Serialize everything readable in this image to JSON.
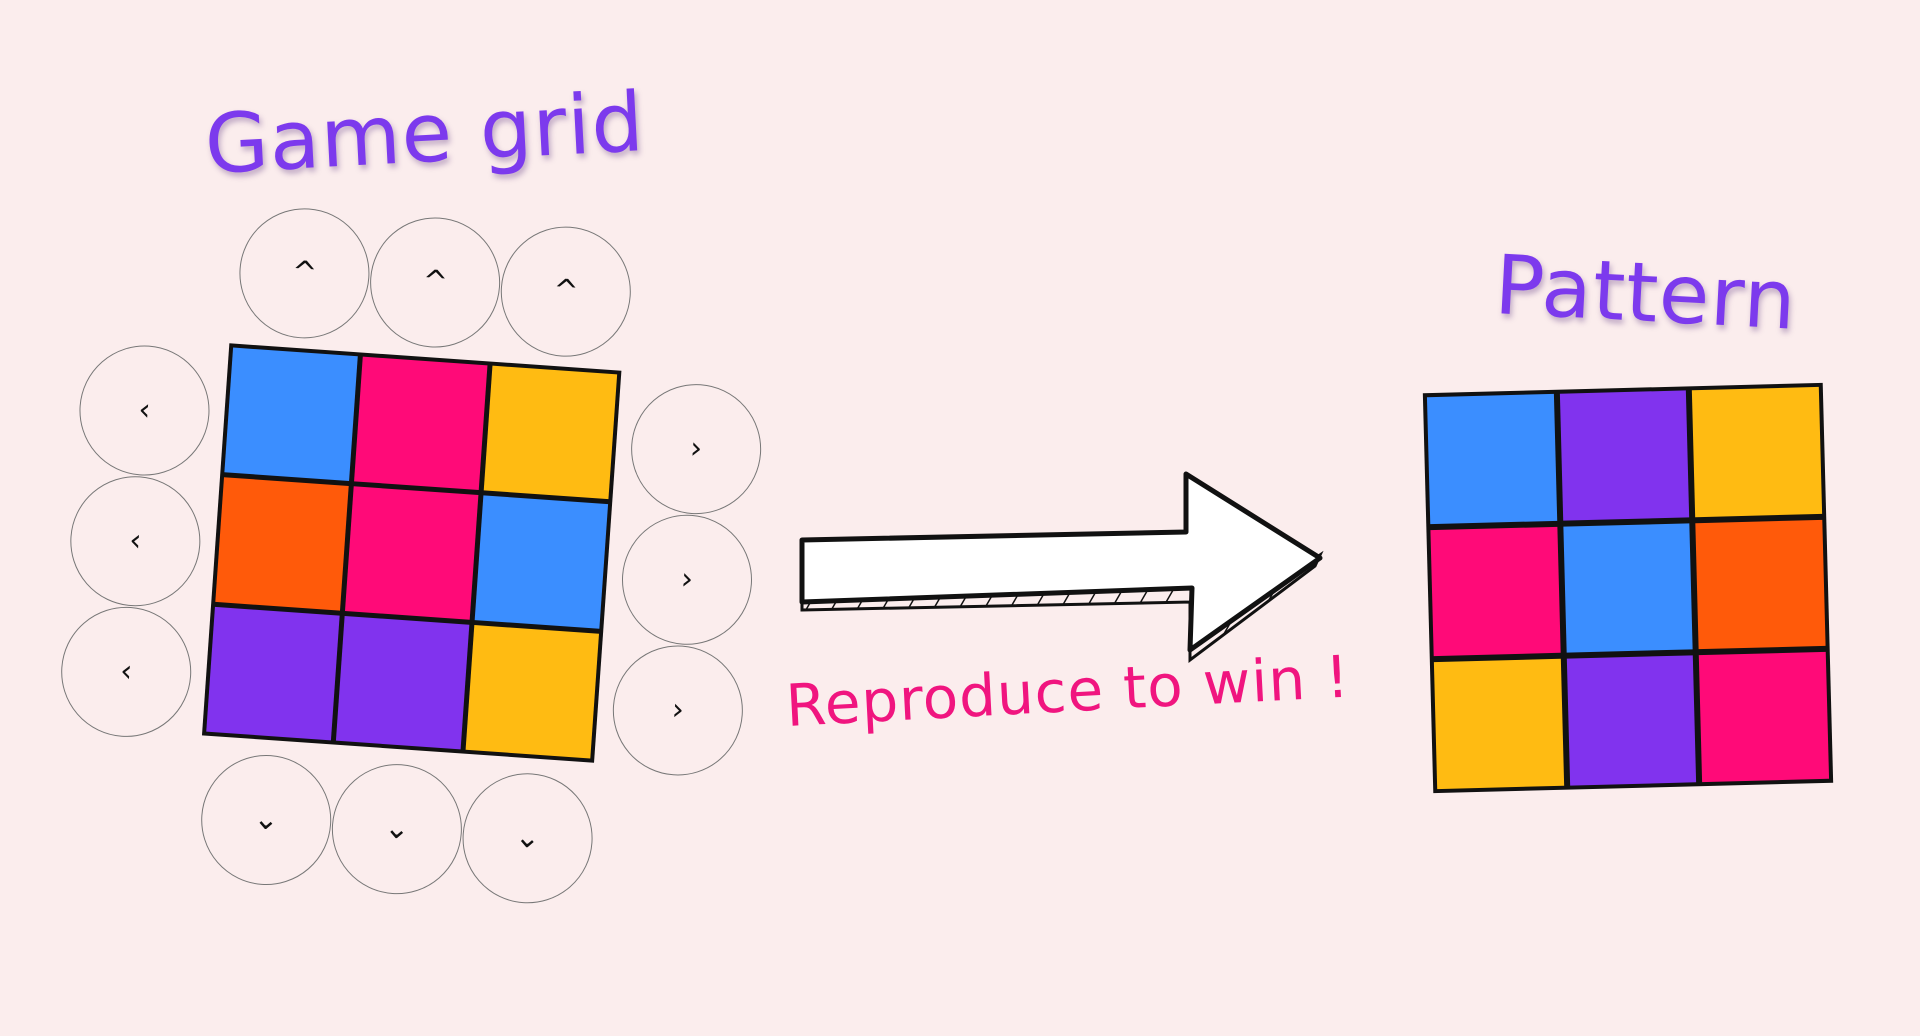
{
  "title_left": "Game grid",
  "title_right": "Pattern",
  "caption": "Reproduce to win !",
  "colors": {
    "background": "#fbeded",
    "title": "#7c3aed",
    "caption": "#f0157f",
    "blue": "#3b8eff",
    "pink": "#ff0a78",
    "yellow": "#ffbb12",
    "orange": "#ff5a0a",
    "purple": "#8133ee"
  },
  "game_grid": [
    [
      "blue",
      "pink",
      "yellow"
    ],
    [
      "orange",
      "pink",
      "blue"
    ],
    [
      "purple",
      "purple",
      "yellow"
    ]
  ],
  "pattern_grid": [
    [
      "blue",
      "purple",
      "yellow"
    ],
    [
      "pink",
      "blue",
      "orange"
    ],
    [
      "yellow",
      "purple",
      "pink"
    ]
  ],
  "controls": {
    "up": [
      "^",
      "^",
      "^"
    ],
    "down": [
      "⌄",
      "⌄",
      "⌄"
    ],
    "left": [
      "‹",
      "‹",
      "‹"
    ],
    "right": [
      "›",
      "›",
      "›"
    ]
  }
}
